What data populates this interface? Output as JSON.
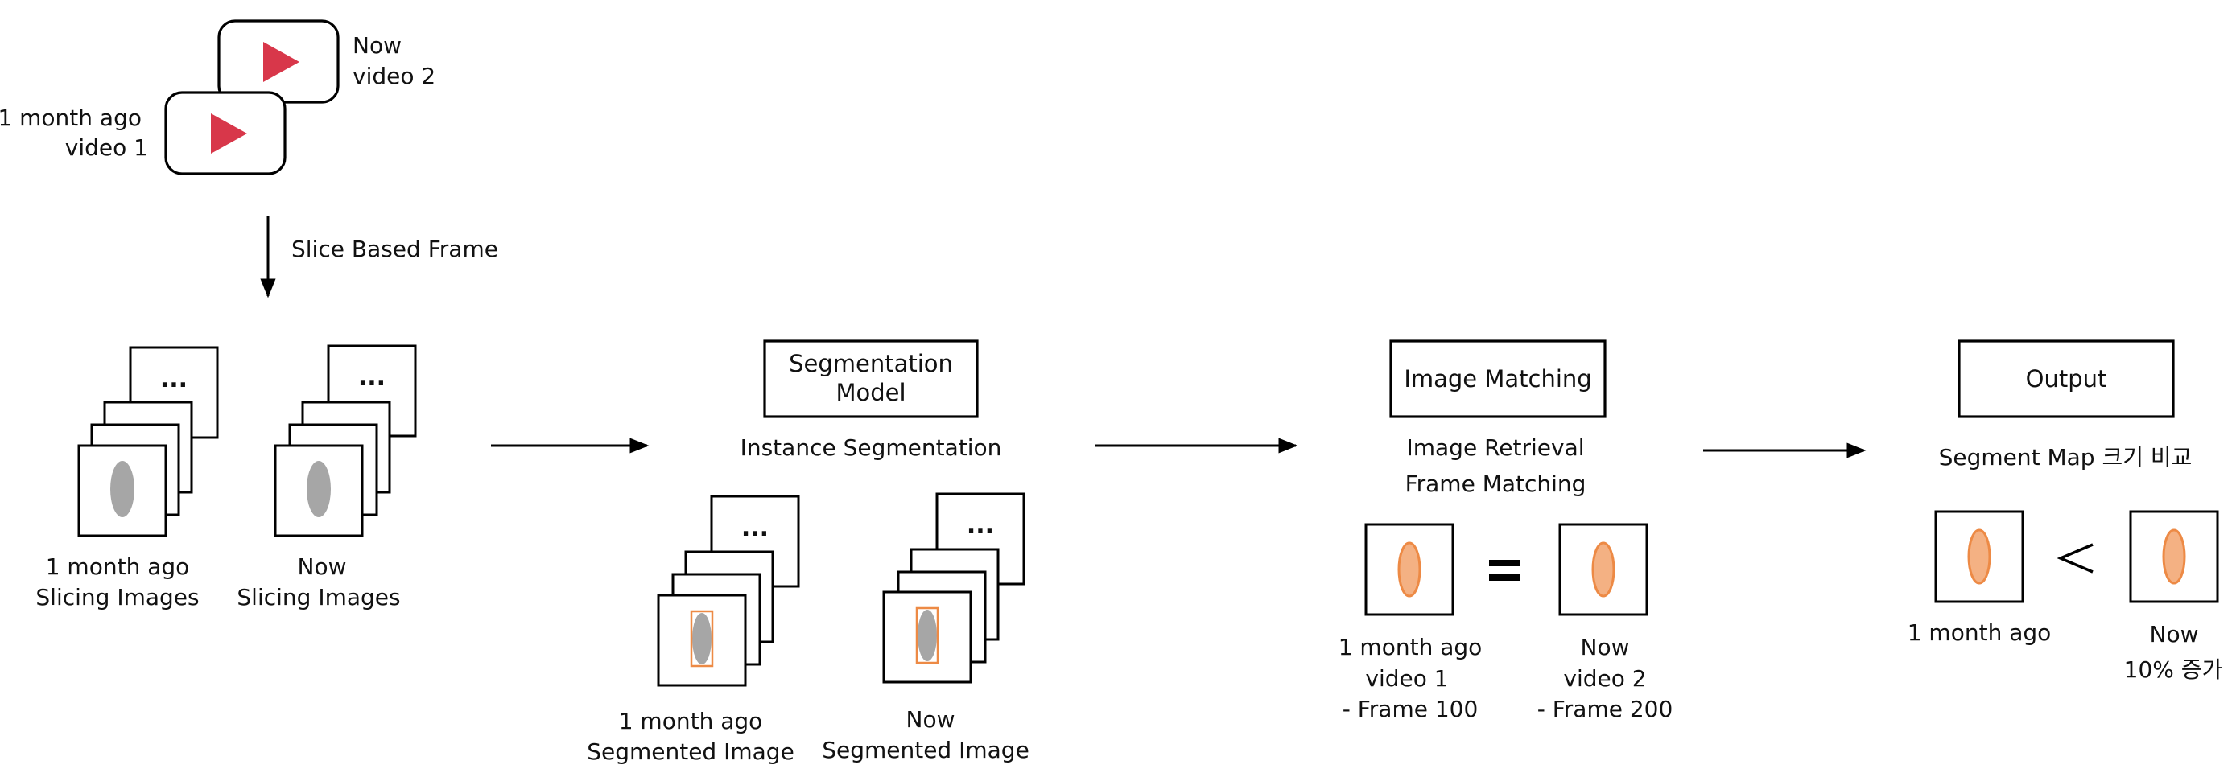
{
  "colors": {
    "play": "#d8374a",
    "gray_blob": "#a6a6a6",
    "orange_fill": "#f4b183",
    "orange_stroke": "#ed8a45",
    "line": "#000000"
  },
  "icons": [
    "play-icon",
    "arrow-right-icon",
    "arrow-down-icon",
    "equals-icon",
    "less-than-icon"
  ],
  "videos": {
    "video2_line1": "Now",
    "video2_line2": "video 2",
    "video1_line1": "1 month ago",
    "video1_line2": "video 1"
  },
  "slice_label": "Slice Based Frame",
  "stack_dots": "...",
  "slicing": {
    "left_line1": "1 month ago",
    "left_line2": "Slicing Images",
    "right_line1": "Now",
    "right_line2": "Slicing Images"
  },
  "segmentation": {
    "box_line1": "Segmentation",
    "box_line2": "Model",
    "caption": "Instance Segmentation",
    "left_line1": "1 month ago",
    "left_line2": "Segmented Image",
    "right_line1": "Now",
    "right_line2": "Segmented Image"
  },
  "matching": {
    "box": "Image Matching",
    "caption_line1": "Image Retrieval",
    "caption_line2": "Frame Matching",
    "left_line1": "1 month ago",
    "left_line2": "video 1",
    "left_line3": "- Frame 100",
    "right_line1": "Now",
    "right_line2": "video 2",
    "right_line3": "- Frame 200"
  },
  "output": {
    "box": "Output",
    "caption": "Segment Map 크기 비교",
    "left_line1": "1 month ago",
    "right_line1": "Now",
    "right_line2": "10% 증가"
  }
}
